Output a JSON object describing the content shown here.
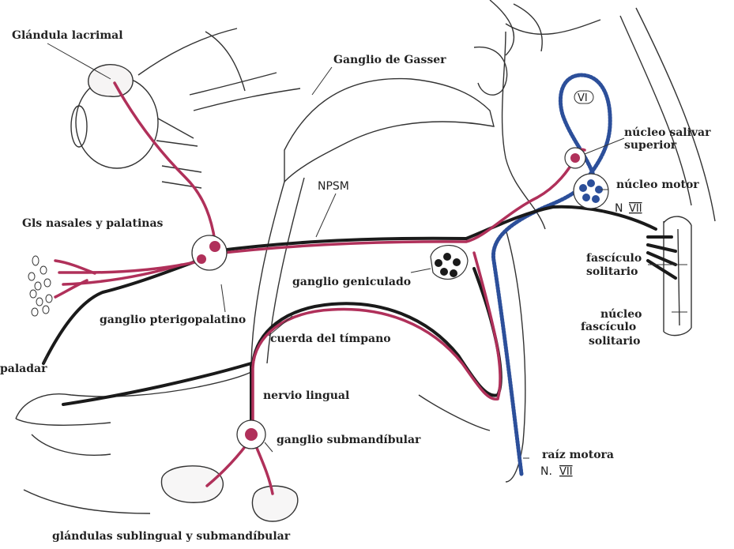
{
  "colors": {
    "background": "#ffffff",
    "outline": "#333333",
    "parasympathetic": "#b0305a",
    "sensory": "#1a1a1a",
    "motor": "#2c4f9a"
  },
  "labels": {
    "glandula_lacrimal": "Glándula lacrimal",
    "ganglio_gasser": "Ganglio de Gasser",
    "npsm": "NPSM",
    "gls_nasales": "Gls nasales y palatinas",
    "nucleo_salivar_1": "núcleo salivar",
    "nucleo_salivar_2": "superior",
    "nucleo_motor": "núcleo motor",
    "n_vii_upper_prefix": "N",
    "n_vii_upper_roman": "VII",
    "roman_vi": "VI",
    "fasciculo_1": "fascículo",
    "fasciculo_2": "solitario",
    "ganglio_geniculado": "ganglio geniculado",
    "nucleo_fasc_1": "núcleo",
    "nucleo_fasc_2": "fascículo",
    "nucleo_fasc_3": "solitario",
    "ganglio_pterigopalatino": "ganglio pterigopalatino",
    "cuerda_timpano": "cuerda del tímpano",
    "paladar": "paladar",
    "nervio_lingual": "nervio lingual",
    "ganglio_submandibular": "ganglio submandíbular",
    "raiz_motora": "raíz motora",
    "n_vii_lower_prefix": "N.",
    "n_vii_lower_roman": "VII",
    "glandulas_sub": "glándulas sublingual y submandíbular"
  }
}
